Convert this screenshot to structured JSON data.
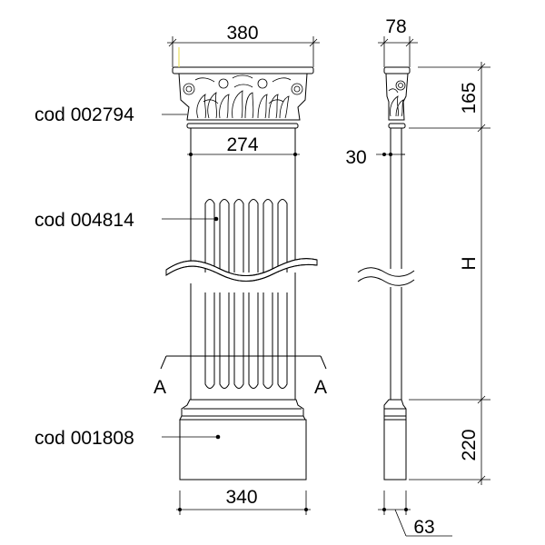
{
  "dimensions": {
    "capital_width": "380",
    "capital_depth": "78",
    "capital_height": "165",
    "shaft_width": "274",
    "shaft_offset": "30",
    "height": "H",
    "base_height": "220",
    "base_width": "340",
    "base_depth": "63"
  },
  "codes": {
    "capital": "cod 002794",
    "shaft": "cod 004814",
    "base": "cod 001808"
  },
  "section_marks": {
    "left": "A",
    "right": "A"
  }
}
